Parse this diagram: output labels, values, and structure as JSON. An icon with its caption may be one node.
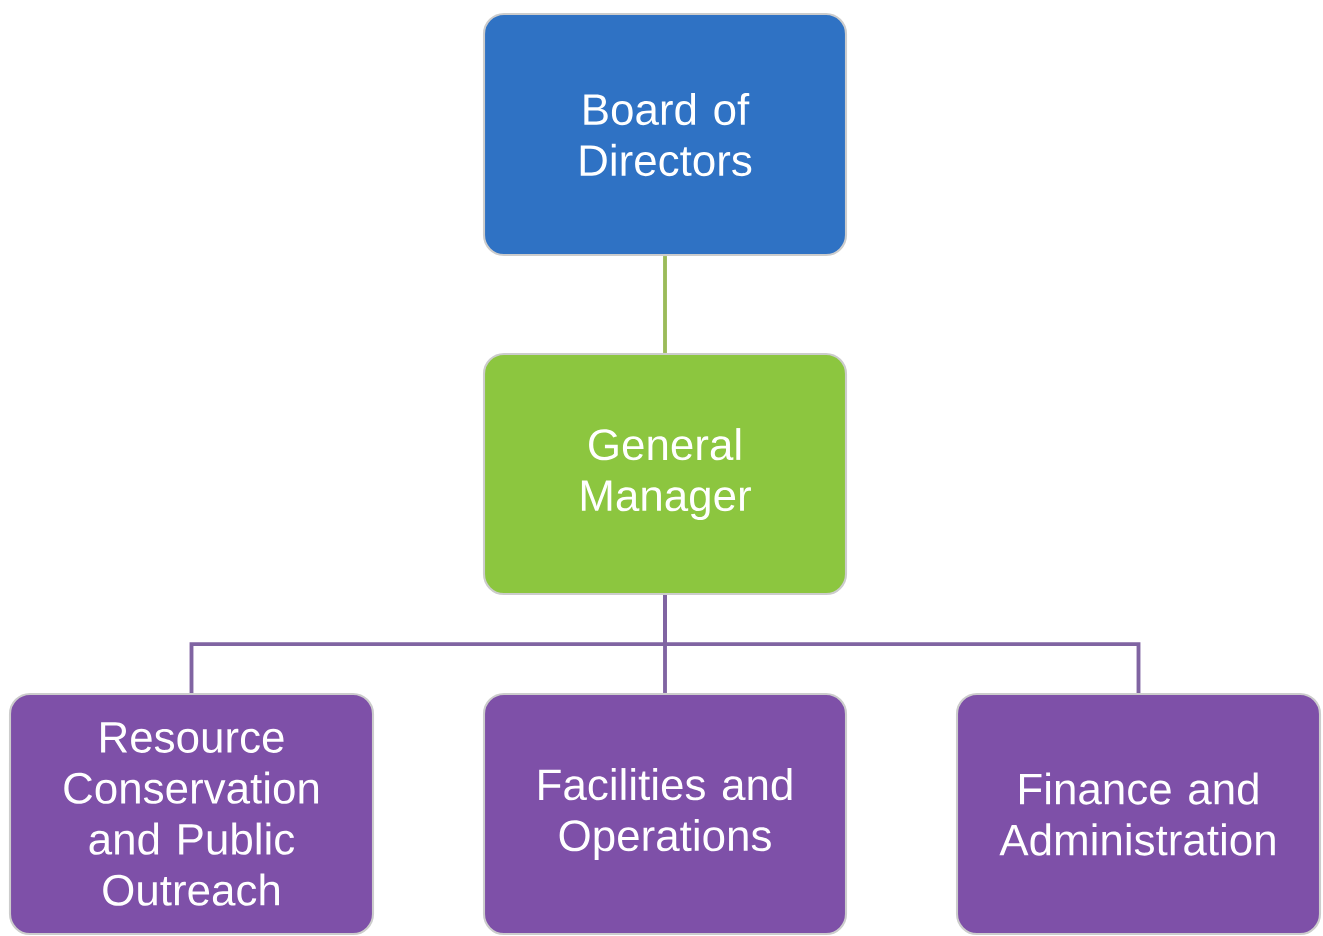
{
  "diagram": {
    "nodes": [
      {
        "text": [
          "Board of Directors"
        ]
      },
      {
        "text": [
          "General Manager"
        ]
      },
      {
        "text": [
          "Resource Conservation and Public Outreach"
        ]
      },
      {
        "text": [
          "Facilities and Operations"
        ]
      },
      {
        "text": [
          "Finance and Administration"
        ]
      }
    ],
    "edges": [
      {
        "from": 0,
        "to": 1,
        "arrow": "none",
        "color": "#9bbb59"
      },
      {
        "from": 1,
        "to": 2,
        "arrow": "none"
      },
      {
        "from": 1,
        "to": 3,
        "arrow": "none"
      },
      {
        "from": 1,
        "to": 4,
        "arrow": "none"
      }
    ]
  }
}
